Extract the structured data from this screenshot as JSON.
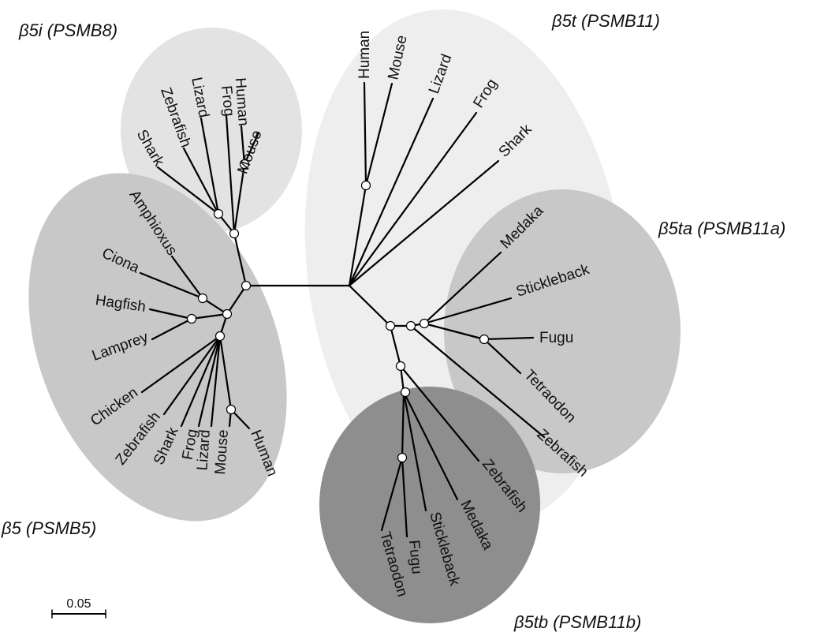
{
  "colors": {
    "bg_b5t": "#eeeeee",
    "bg_b5i": "#e3e3e3",
    "bg_b5": "#c8c8c8",
    "bg_b5ta": "#c8c8c8",
    "bg_b5tb": "#8e8e8e",
    "branch": "#000000",
    "node_fill": "#ffffff"
  },
  "groups": {
    "b5i": "β5i (PSMB8)",
    "b5t": "β5t (PSMB11)",
    "b5ta": "β5ta (PSMB11a)",
    "b5": "β5 (PSMB5)",
    "b5tb": "β5tb (PSMB11b)"
  },
  "leaves": {
    "b5i": [
      "Shark",
      "Zebrafish",
      "Lizard",
      "Frog",
      "Human",
      "Mouse"
    ],
    "b5t": [
      "Human",
      "Mouse",
      "Lizard",
      "Frog",
      "Shark"
    ],
    "b5ta": [
      "Medaka",
      "Stickleback",
      "Fugu",
      "Tetraodon",
      "Zebrafish"
    ],
    "b5": [
      "Amphioxus",
      "Ciona",
      "Hagfish",
      "Lamprey",
      "Chicken",
      "Zebrafish",
      "Shark",
      "Frog",
      "Lizard",
      "Mouse",
      "Human"
    ],
    "b5tb": [
      "Zebrafish",
      "Medaka",
      "Stickleback",
      "Fugu",
      "Tetraodon"
    ]
  },
  "scale_bar": "0.05"
}
